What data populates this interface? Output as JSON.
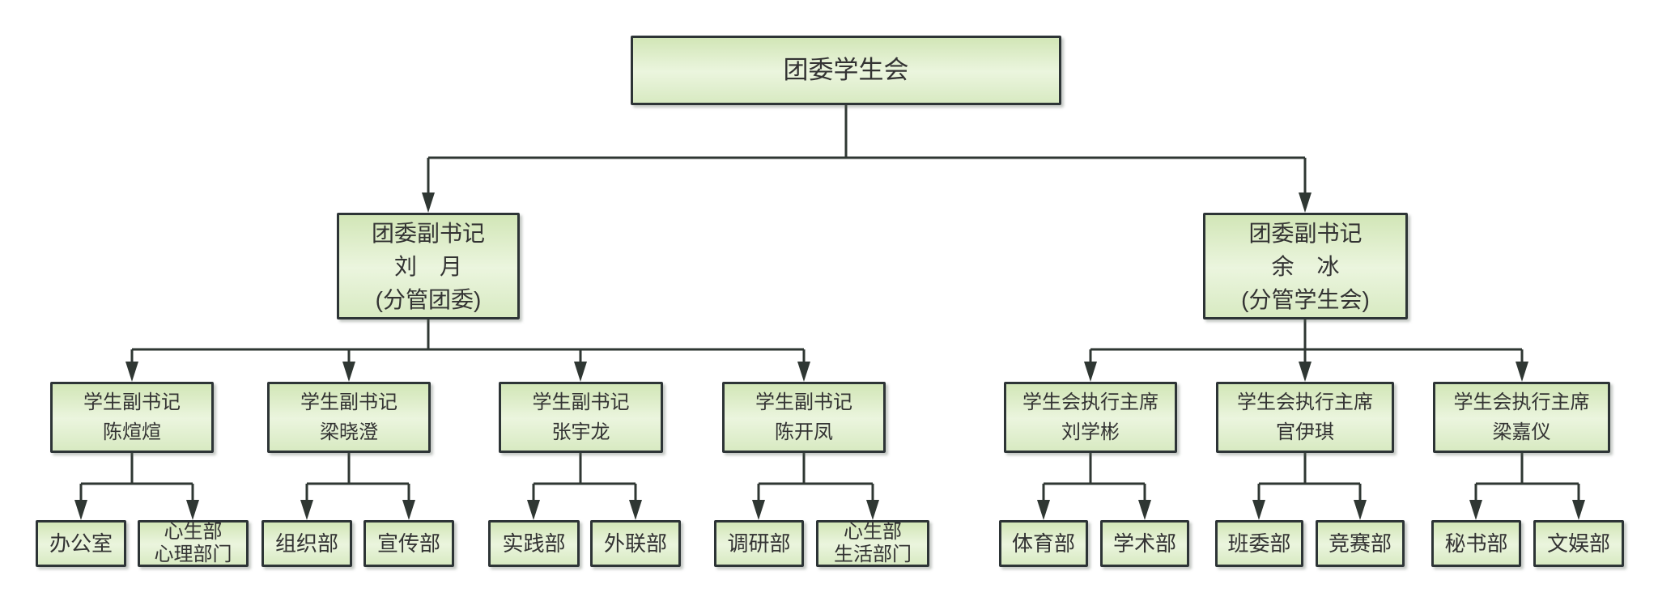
{
  "theme": {
    "page_bg": "#ffffff",
    "box_fill_top": "#d2e6b7",
    "box_fill_mid": "#ebf5de",
    "box_fill_bottom": "#d8eac2",
    "box_border": "#2d3436",
    "line_color": "#2f3733",
    "text_color": "#333333"
  },
  "org": {
    "root": {
      "label": "团委学生会"
    },
    "deputies": [
      {
        "title": "团委副书记",
        "name": "刘　月",
        "scope": "(分管团委)"
      },
      {
        "title": "团委副书记",
        "name": "余　冰",
        "scope": "(分管学生会)"
      }
    ],
    "leaders": [
      {
        "title": "学生副书记",
        "name": "陈煊煊"
      },
      {
        "title": "学生副书记",
        "name": "梁晓澄"
      },
      {
        "title": "学生副书记",
        "name": "张宇龙"
      },
      {
        "title": "学生副书记",
        "name": "陈开凤"
      },
      {
        "title": "学生会执行主席",
        "name": "刘学彬"
      },
      {
        "title": "学生会执行主席",
        "name": "官伊琪"
      },
      {
        "title": "学生会执行主席",
        "name": "梁嘉仪"
      }
    ],
    "departments": [
      {
        "lines": [
          "办公室"
        ]
      },
      {
        "lines": [
          "心生部",
          "心理部门"
        ]
      },
      {
        "lines": [
          "组织部"
        ]
      },
      {
        "lines": [
          "宣传部"
        ]
      },
      {
        "lines": [
          "实践部"
        ]
      },
      {
        "lines": [
          "外联部"
        ]
      },
      {
        "lines": [
          "调研部"
        ]
      },
      {
        "lines": [
          "心生部",
          "生活部门"
        ]
      },
      {
        "lines": [
          "体育部"
        ]
      },
      {
        "lines": [
          "学术部"
        ]
      },
      {
        "lines": [
          "班委部"
        ]
      },
      {
        "lines": [
          "竞赛部"
        ]
      },
      {
        "lines": [
          "秘书部"
        ]
      },
      {
        "lines": [
          "文娱部"
        ]
      }
    ]
  }
}
